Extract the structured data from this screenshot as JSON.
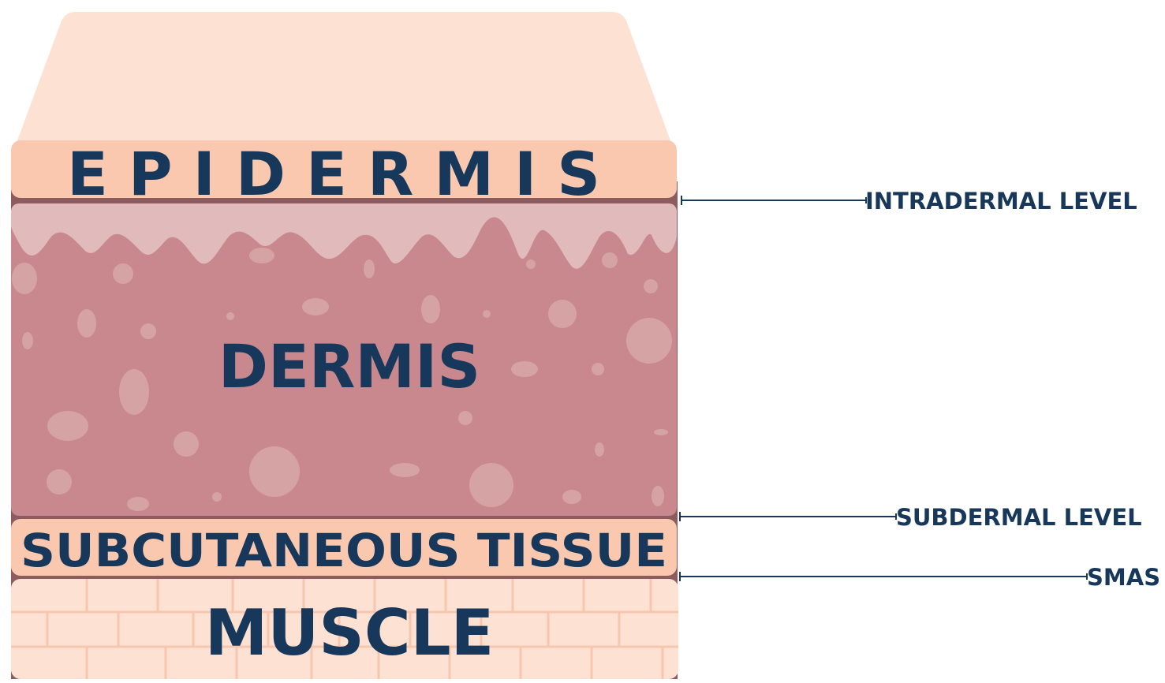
{
  "layers": {
    "epidermis": "EPIDERMIS",
    "dermis": "DERMIS",
    "subcutaneous": "SUBCUTANEOUS TISSUE",
    "muscle": "MUSCLE"
  },
  "levels": {
    "intradermal": "INTRADERMAL LEVEL",
    "subdermal": "SUBDERMAL LEVEL",
    "smas": "SMAS"
  },
  "colors": {
    "text": "#17385a",
    "top_surface": "#fde2d4",
    "epidermis": "#fac8ae",
    "dermis": "#c8888e",
    "dermis_wave": "#e1bbbc",
    "dermis_spots": "#d6a3a5",
    "subcutaneous": "#fac8ae",
    "muscle": "#fde2d4",
    "muscle_lines": "#f7c6ae",
    "edge": "#8d5c5e",
    "line": "#17385a"
  }
}
